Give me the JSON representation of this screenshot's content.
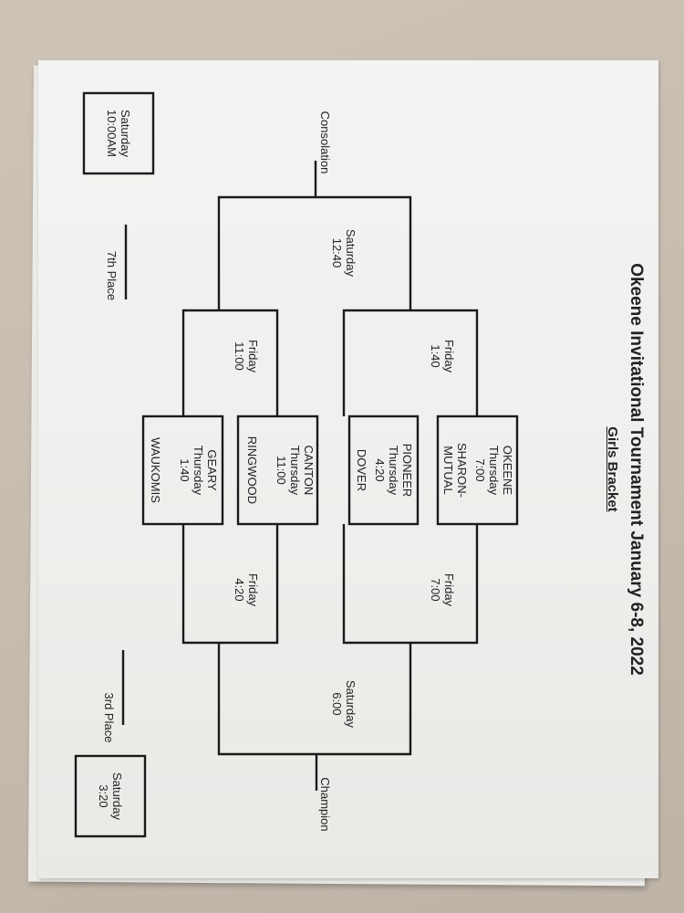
{
  "title": "Okeene Invitational Tournament January 6-8, 2022",
  "subtitle": "Girls Bracket",
  "games": {
    "g1": {
      "team_top": "OKEENE",
      "day": "Thursday",
      "time": "7:00",
      "team_bottom": "SHARON-MUTUAL"
    },
    "g2": {
      "team_top": "PIONEER",
      "day": "Thursday",
      "time": "4:20",
      "team_bottom": "DOVER"
    },
    "g3": {
      "team_top": "CANTON",
      "day": "Thursday",
      "time": "11:00",
      "team_bottom": "RINGWOOD"
    },
    "g4": {
      "team_top": "GEARY",
      "day": "Thursday",
      "time": "1:40",
      "team_bottom": "WAUKOMIS"
    }
  },
  "rounds": {
    "semi_winners_a": {
      "day": "Friday",
      "time": "7:00"
    },
    "semi_winners_b": {
      "day": "Friday",
      "time": "4:20"
    },
    "semi_losers_a": {
      "day": "Friday",
      "time": "1:40"
    },
    "semi_losers_b": {
      "day": "Friday",
      "time": "11:00"
    },
    "final": {
      "day": "Saturday",
      "time": "6:00"
    },
    "consolation": {
      "day": "Saturday",
      "time": "12:40"
    },
    "third": {
      "day": "Saturday",
      "time": "3:20"
    },
    "seventh": {
      "day": "Saturday",
      "time": "10:00AM"
    }
  },
  "labels": {
    "champion": "Champion",
    "consolation": "Consolation",
    "third_place": "3rd Place",
    "seventh_place": "7th Place"
  }
}
